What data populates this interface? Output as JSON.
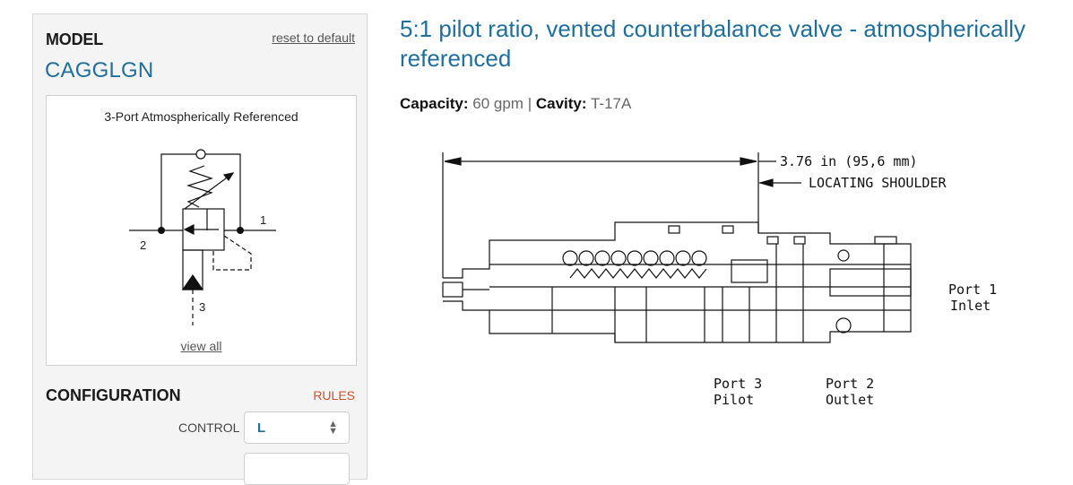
{
  "sidebar": {
    "model_label": "MODEL",
    "reset_label": "reset to default",
    "model_code": "CAGGLGN",
    "symbol": {
      "title": "3-Port Atmospherically Referenced",
      "port_1": "1",
      "port_2": "2",
      "port_3": "3",
      "view_all": "view all"
    },
    "configuration_label": "CONFIGURATION",
    "rules_label": "RULES",
    "control": {
      "label": "CONTROL",
      "value": "L"
    }
  },
  "product": {
    "title": "5:1 pilot ratio, vented counterbalance valve - atmospherically referenced",
    "capacity_label": "Capacity:",
    "capacity_value": "60 gpm",
    "separator": "|",
    "cavity_label": "Cavity:",
    "cavity_value": "T-17A"
  },
  "drawing": {
    "dimension": "3.76 in (95,6 mm)",
    "locating_shoulder": "LOCATING SHOULDER",
    "port1_line1": "Port 1",
    "port1_line2": "Inlet",
    "port3_line1": "Port 3",
    "port3_line2": "Pilot",
    "port2_line1": "Port 2",
    "port2_line2": "Outlet"
  },
  "colors": {
    "accent": "#1f6f9a",
    "rules": "#d0522a"
  }
}
